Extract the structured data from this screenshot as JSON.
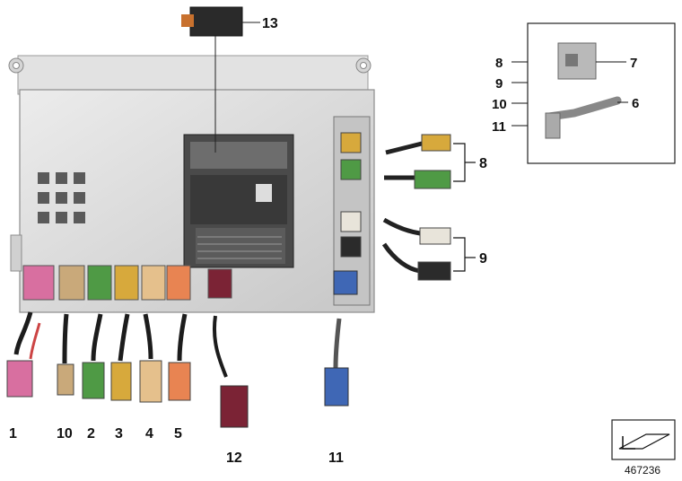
{
  "callouts": {
    "c1": "1",
    "c10": "10",
    "c2": "2",
    "c3": "3",
    "c4": "4",
    "c5": "5",
    "c12": "12",
    "c11": "11",
    "c13": "13",
    "c8": "8",
    "c9": "9"
  },
  "inset": {
    "l8": "8",
    "l9": "9",
    "l10": "10",
    "l11": "11",
    "l7": "7",
    "l6": "6"
  },
  "reference_number": "467236",
  "icons": {
    "housing": "headunit-housing-icon",
    "legend": "view-direction-icon"
  },
  "colors": {
    "pink": "#d86fa0",
    "beige": "#c9a97a",
    "green": "#4f9a45",
    "yellow": "#d7a93c",
    "tan": "#e5c08c",
    "orange": "#e88452",
    "bordeaux": "#7b2335",
    "blue": "#3f67b5",
    "white": "#e8e4da",
    "black": "#1a1a1a"
  }
}
